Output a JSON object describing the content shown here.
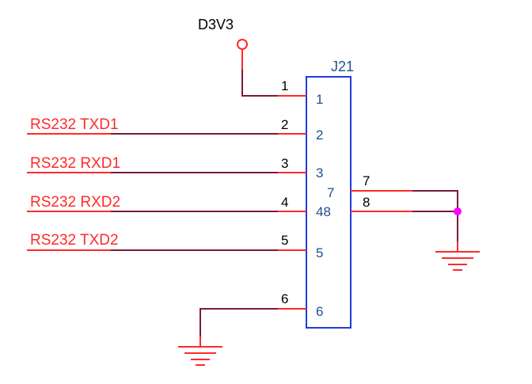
{
  "colors": {
    "wire": "#7b1a3a",
    "pin_stub": "#ff2a2a",
    "net_label": "#ff2a2a",
    "component_outline": "#1e3cdc",
    "pin_name": "#1f4f8f",
    "text": "#000000",
    "junction": "#ff00ff",
    "power": "#ff2a2a"
  },
  "power": {
    "label": "D3V3"
  },
  "connector": {
    "ref": "J21",
    "pins": [
      {
        "num": "1",
        "name": "1"
      },
      {
        "num": "2",
        "name": "2"
      },
      {
        "num": "3",
        "name": "3"
      },
      {
        "num": "4",
        "name": "48"
      },
      {
        "num": "5",
        "name": "5"
      },
      {
        "num": "6",
        "name": "6"
      },
      {
        "num": "7",
        "name": "7"
      },
      {
        "num": "8",
        "name": ""
      }
    ]
  },
  "nets": [
    {
      "name": "RS232 TXD1"
    },
    {
      "name": "RS232 RXD1"
    },
    {
      "name": "RS232 RXD2"
    },
    {
      "name": "RS232 TXD2"
    }
  ],
  "symbols": {
    "power_symbol": "power-circle-icon",
    "ground_symbol": "ground-icon",
    "junction_symbol": "junction-dot-icon"
  }
}
